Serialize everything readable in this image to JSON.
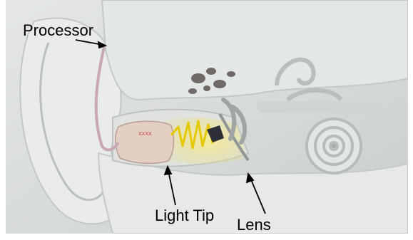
{
  "labels": {
    "processor": "Processor",
    "light_tip": "Light Tip",
    "lens": "Lens"
  },
  "device_text": "XXXX",
  "colors": {
    "background": "#dfe3e3",
    "bone": "#e8ecea",
    "canal_light": "#f0e27a",
    "light_wave": "#e6c800",
    "tip_body": "#e4cfc4",
    "tip_text": "#c13a3a",
    "processor_cable": "#c9a7b4",
    "lens": "#2f2f3a",
    "label": "#000000"
  }
}
